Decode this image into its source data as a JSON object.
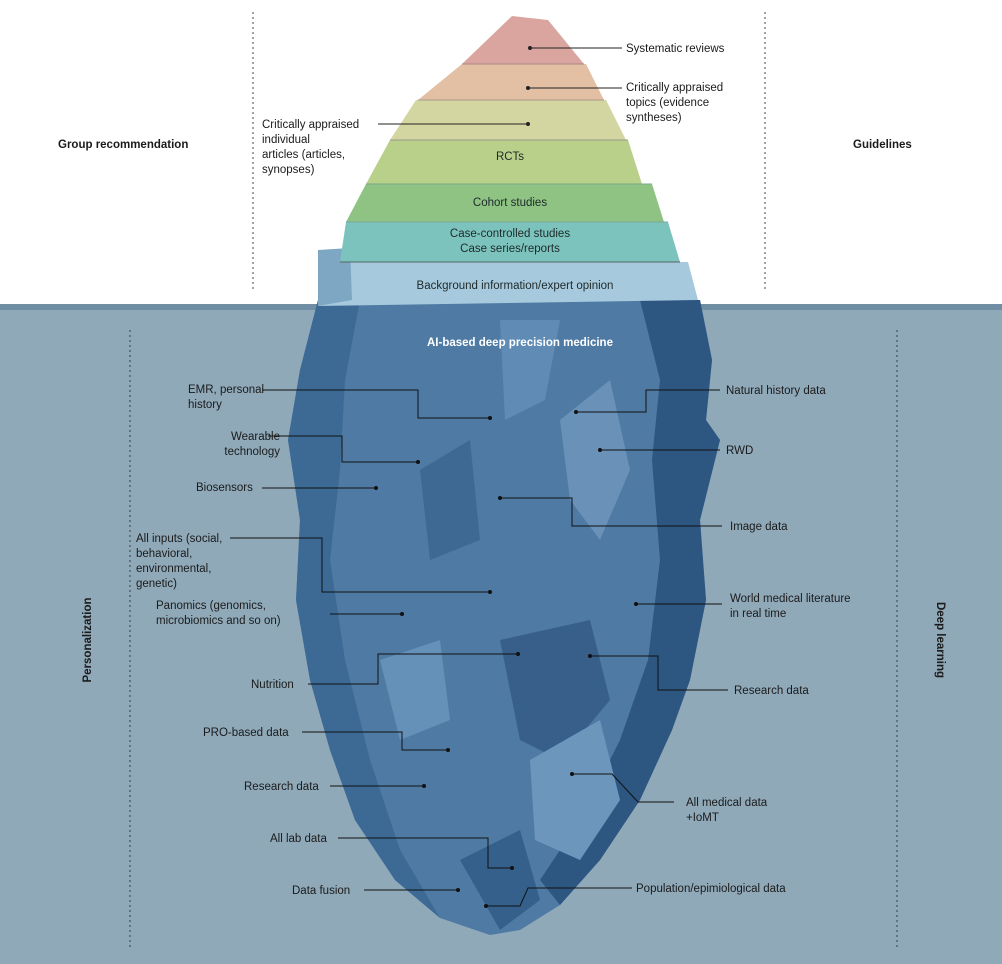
{
  "side_labels": {
    "top_left": "Group recommendation",
    "top_right": "Guidelines",
    "bottom_left": "Personalization",
    "bottom_right": "Deep learning"
  },
  "pyramid": {
    "systematic_reviews": "Systematic reviews",
    "critically_appraised_topics": "Critically appraised\ntopics (evidence\nsyntheses)",
    "critically_appraised_articles": "Critically appraised\nindividual\narticles (articles,\nsynopses)",
    "rcts": "RCTs",
    "cohort_studies": "Cohort studies",
    "case_controlled": "Case-controlled studies",
    "case_series": "Case series/reports",
    "background": "Background information/expert opinion"
  },
  "underwater": {
    "title": "AI-based deep precision medicine",
    "left": {
      "emr": "EMR, personal\nhistory",
      "wearable": "Wearable\ntechnology",
      "biosensors": "Biosensors",
      "all_inputs": "All inputs (social,\nbehavioral,\nenvironmental,\ngenetic)",
      "panomics": "Panomics (genomics,\nmicrobiomics and so on)",
      "nutrition": "Nutrition",
      "pro_based": "PRO-based data",
      "research_left": "Research data",
      "all_lab": "All lab data",
      "data_fusion": "Data fusion"
    },
    "right": {
      "natural_history": "Natural history data",
      "rwd": "RWD",
      "image_data": "Image data",
      "world_literature": "World medical literature\nin real time",
      "research_right": "Research data",
      "all_medical": "All medical data\n+IoMT",
      "population": "Population/epimiological data"
    }
  },
  "colors": {
    "water": "#8fa9b9",
    "water_surface": "#6f8ea3",
    "ice_base": "#4e7aa3",
    "ice_dark": "#2d5680",
    "ice_light": "#7ea2c4",
    "layer_red": "#d9a59e",
    "layer_peach": "#e3c0a4",
    "layer_yellow": "#d4d6a2",
    "layer_green_light": "#b9d08a",
    "layer_green": "#8ec384",
    "layer_teal": "#7cc3be",
    "layer_blue": "#a6c9de"
  }
}
